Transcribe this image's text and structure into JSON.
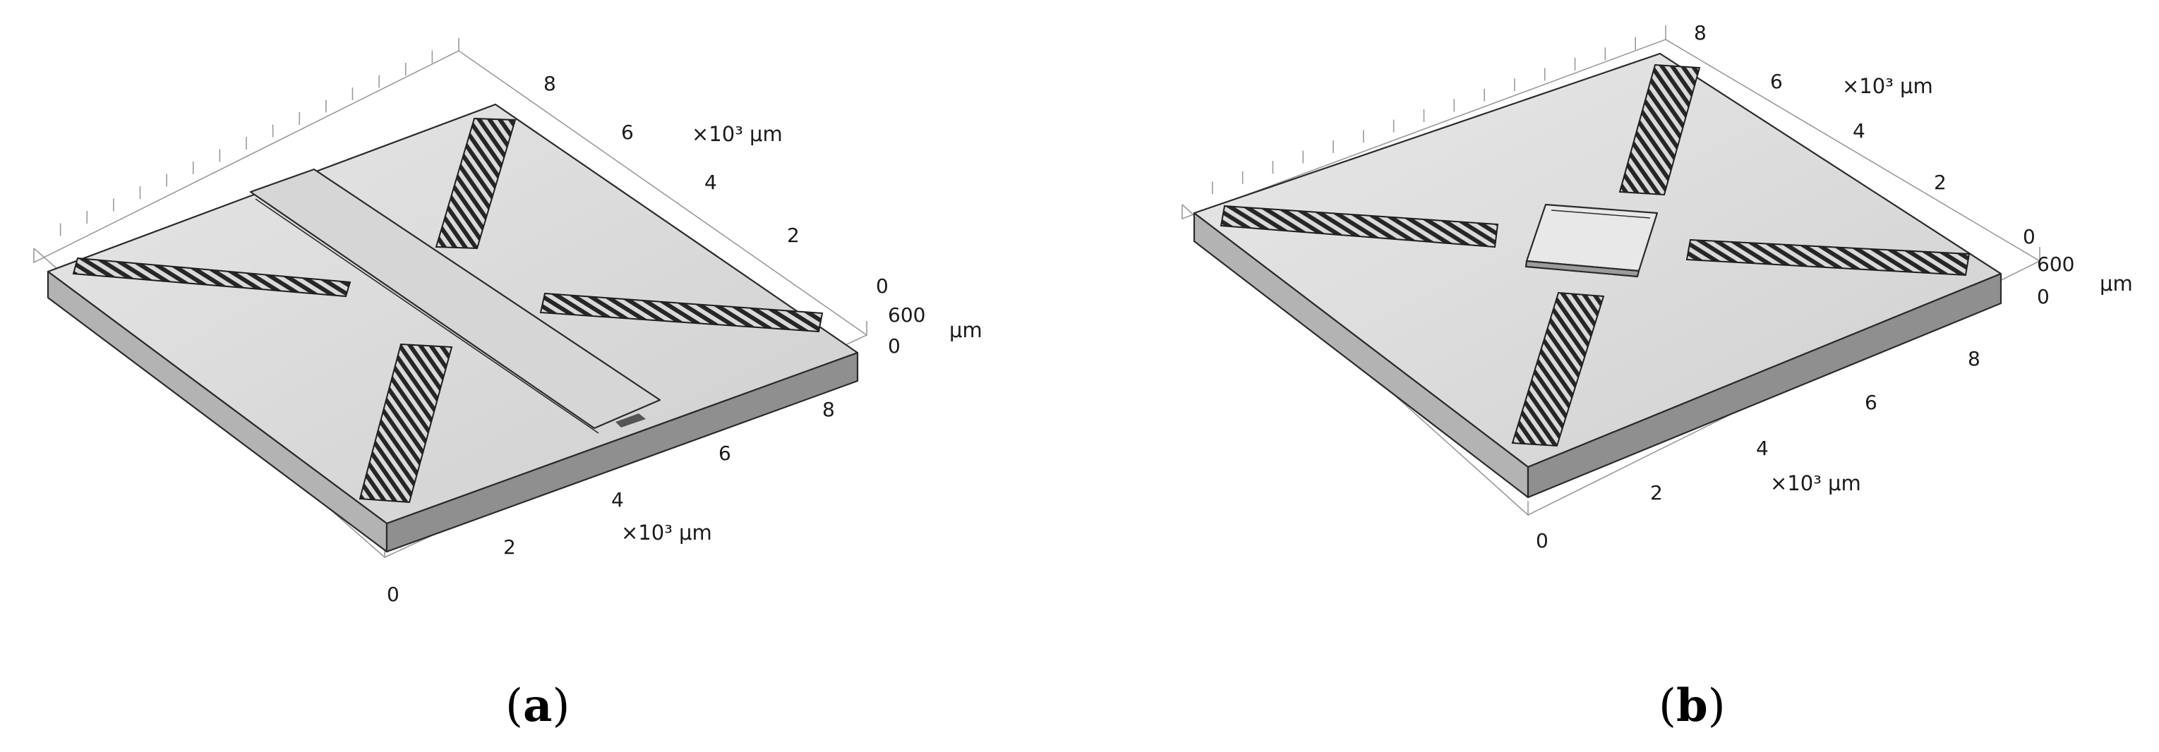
{
  "panels": [
    {
      "id": "a",
      "caption_open": "(",
      "caption_letter": "a",
      "caption_close": ")",
      "axis_y": {
        "ticks": [
          "8",
          "6",
          "4",
          "2"
        ],
        "unit": "×10³ μm"
      },
      "axis_z": {
        "ticks": [
          "0",
          "600",
          "0"
        ],
        "unit": "μm"
      },
      "axis_x": {
        "ticks": [
          "0",
          "2",
          "4",
          "6",
          "8"
        ],
        "unit": "×10³ μm"
      },
      "features": [
        "substrate",
        "center-strip",
        "idt-top",
        "idt-bottom",
        "idt-left",
        "idt-right"
      ]
    },
    {
      "id": "b",
      "caption_open": "(",
      "caption_letter": "b",
      "caption_close": ")",
      "axis_y": {
        "ticks": [
          "8",
          "6",
          "4",
          "2",
          "0"
        ],
        "unit": "×10³ μm"
      },
      "axis_z": {
        "ticks": [
          "600",
          "0"
        ],
        "unit": "μm"
      },
      "axis_x": {
        "ticks": [
          "0",
          "2",
          "4",
          "6",
          "8"
        ],
        "unit": "×10³ μm"
      },
      "features": [
        "substrate",
        "center-chip",
        "idt-top",
        "idt-bottom",
        "idt-left",
        "idt-right"
      ]
    }
  ],
  "colors": {
    "substrate_top": "#dcdcdc",
    "substrate_front": "#a6a6a6",
    "substrate_side": "#8c8c8c",
    "idt": "#2b2b2b",
    "axis": "#9a9a9a",
    "edge": "#2a2a2a"
  }
}
